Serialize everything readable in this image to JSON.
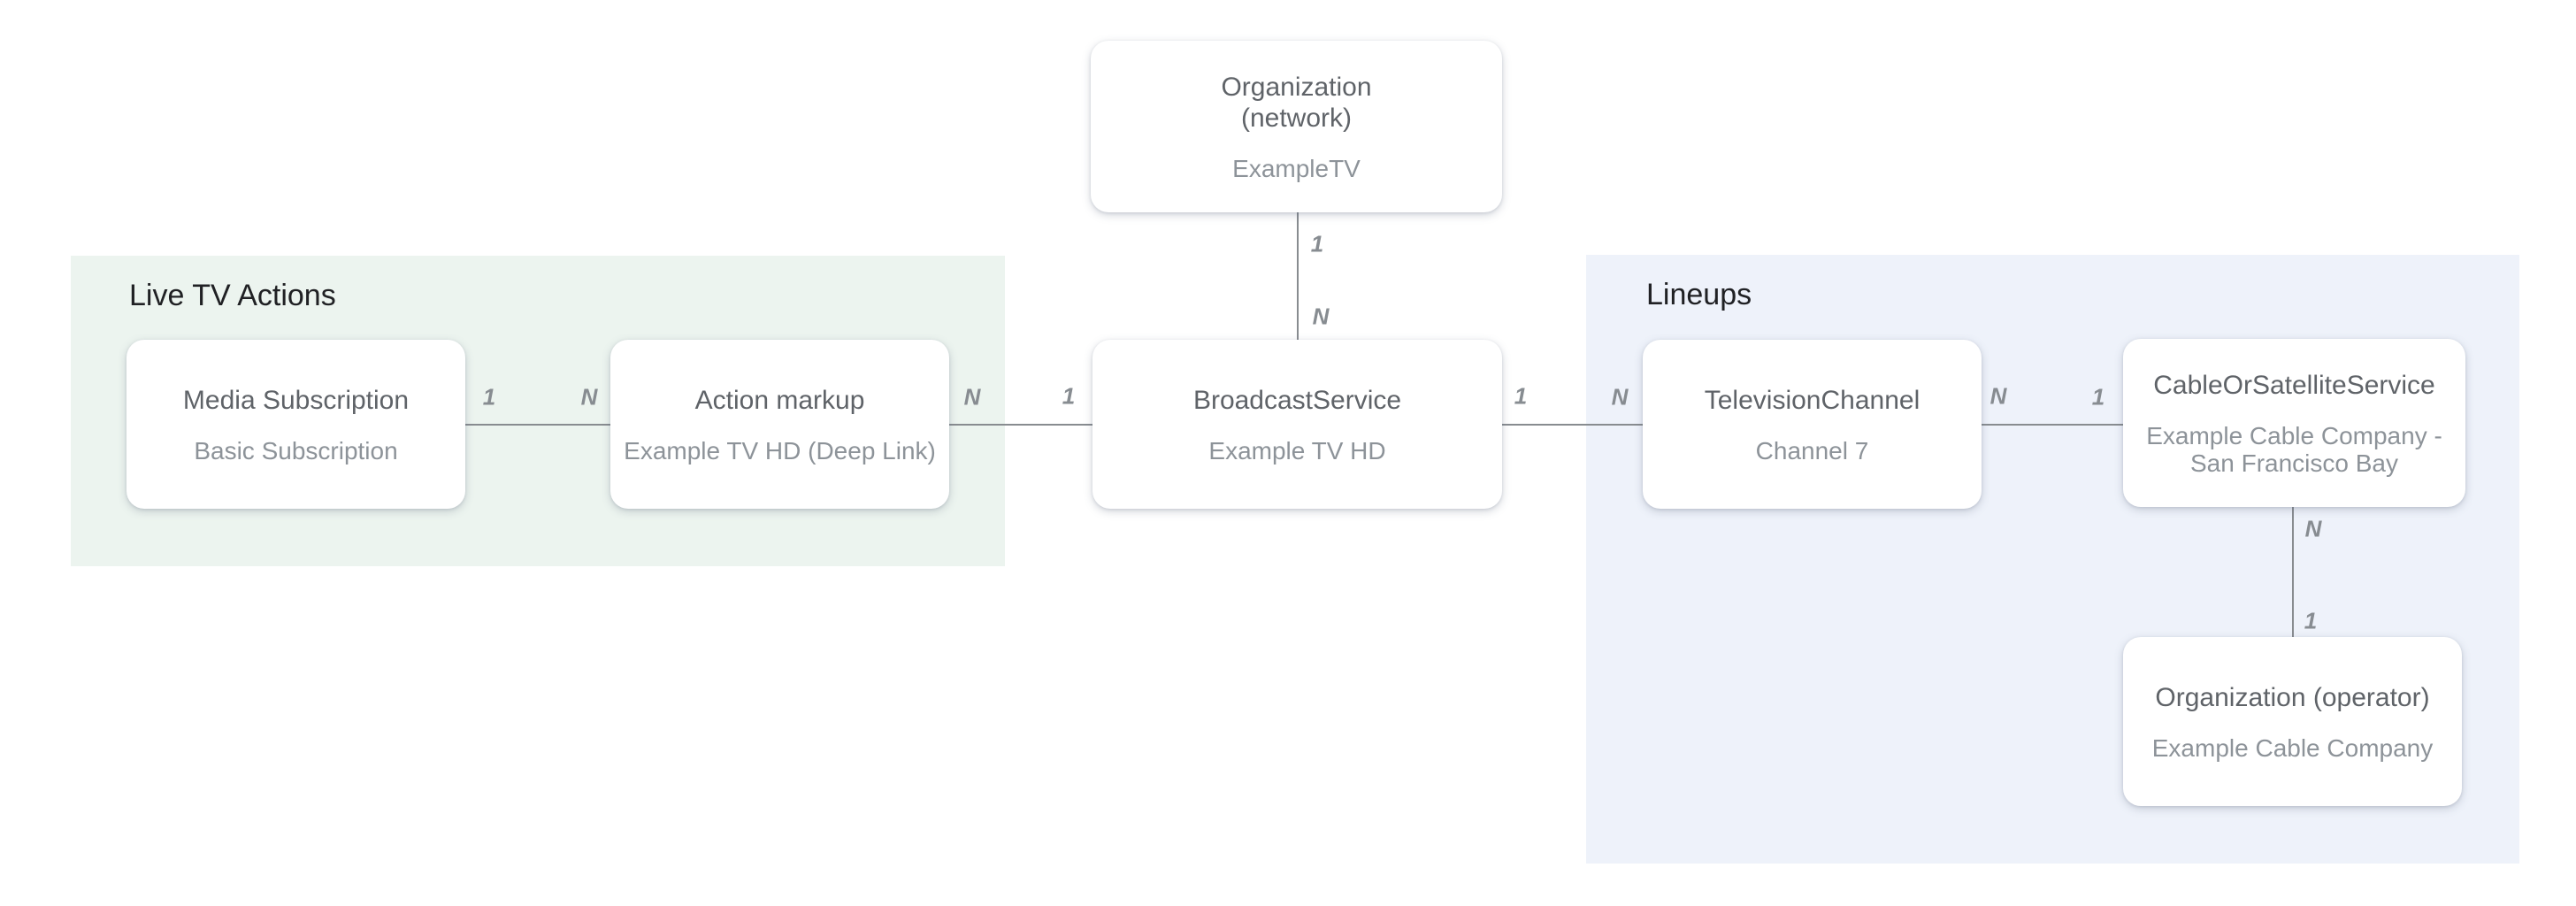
{
  "diagram": {
    "regions": {
      "live_tv_actions": {
        "label": "Live TV Actions"
      },
      "lineups": {
        "label": "Lineups"
      }
    },
    "nodes": {
      "org_network": {
        "title_line1": "Organization",
        "title_line2": "(network)",
        "subtitle": "ExampleTV"
      },
      "media_subscription": {
        "title": "Media Subscription",
        "subtitle": "Basic Subscription"
      },
      "action_markup": {
        "title": "Action markup",
        "subtitle": "Example TV HD (Deep Link)"
      },
      "broadcast_service": {
        "title": "BroadcastService",
        "subtitle": "Example TV HD"
      },
      "television_channel": {
        "title": "TelevisionChannel",
        "subtitle": "Channel 7"
      },
      "cable_or_satellite_service": {
        "title": "CableOrSatelliteService",
        "subtitle_line1": "Example Cable Company -",
        "subtitle_line2": "San Francisco Bay"
      },
      "org_operator": {
        "title": "Organization (operator)",
        "subtitle": "Example Cable Company"
      }
    },
    "edges": {
      "network_to_broadcast": {
        "top_label": "1",
        "bottom_label": "N"
      },
      "media_to_action": {
        "left_label": "1",
        "right_label": "N"
      },
      "action_to_broadcast": {
        "left_label": "N",
        "right_label": "1"
      },
      "broadcast_to_channel": {
        "left_label": "1",
        "right_label": "N"
      },
      "channel_to_cable": {
        "left_label": "N",
        "right_label": "1"
      },
      "cable_to_operator": {
        "top_label": "N",
        "bottom_label": "1"
      }
    },
    "colors": {
      "live_tv_actions_bg": "#ecf4ef",
      "lineups_bg": "#eef2fa",
      "card_bg": "#ffffff",
      "card_title": "#5f6368",
      "card_subtitle": "#8d9399",
      "section_header": "#202124",
      "connector_line": "#888c90",
      "edge_label": "#878c91"
    }
  }
}
